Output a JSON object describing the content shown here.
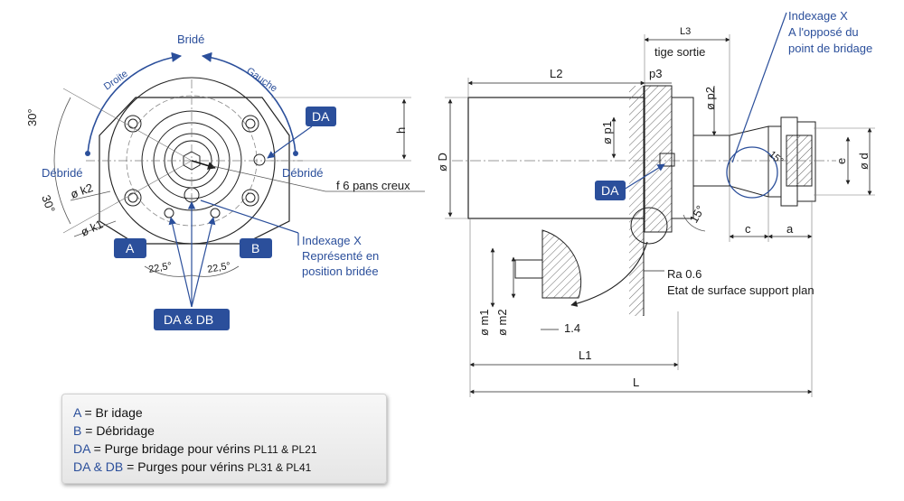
{
  "left_view": {
    "arc_labels": {
      "top": "Bridé",
      "left": "Droite",
      "right": "Gauche",
      "left_end": "Débridé",
      "right_end": "Débridé"
    },
    "angles": {
      "upper": "30°",
      "lower": "30°",
      "purge_left": "22,5°",
      "purge_right": "22,5°"
    },
    "dims": {
      "k2": "ø k2",
      "k1": "ø k1",
      "h": "h",
      "f": "f  6 pans creux"
    },
    "indexage": {
      "line1": "Indexage X",
      "line2": "Représenté en",
      "line3": "position bridée"
    },
    "badges": {
      "da": "DA",
      "a": "A",
      "b": "B",
      "dadb": "DA & DB"
    }
  },
  "right_view": {
    "dims": {
      "L3": "L3",
      "tige": "tige sortie",
      "L2": "L2",
      "p3": "p3",
      "p2": "ø p2",
      "p1": "ø p1",
      "D": "ø D",
      "e": "e",
      "d": "ø d",
      "c": "c",
      "a": "a",
      "m1": "ø m1",
      "m2": "ø m2",
      "v14": "1.4",
      "L1": "L1",
      "L": "L",
      "angle15a": "15°",
      "angle15b": "15°"
    },
    "indexage": {
      "line1": "Indexage  X",
      "line2": "A l'opposé du",
      "line3": "point de bridage"
    },
    "badge_da": "DA",
    "ra": "Ra 0.6",
    "surface": "Etat de surface support plan"
  },
  "legend": [
    {
      "key": "A",
      "sep": " = ",
      "text": "Br idage",
      "small": ""
    },
    {
      "key": "B",
      "sep": " = ",
      "text": "Débridage",
      "small": ""
    },
    {
      "key": "DA",
      "sep": " = ",
      "text": "Purge bridage pour vérins ",
      "small": "PL11  & PL21"
    },
    {
      "key": "DA & DB",
      "sep": "  = ",
      "text": "Purges pour vérins ",
      "small": "PL31  & PL41"
    }
  ],
  "colors": {
    "accent": "#2b4f9b",
    "badge": "#2b4f9b",
    "hatch": "#555555"
  }
}
